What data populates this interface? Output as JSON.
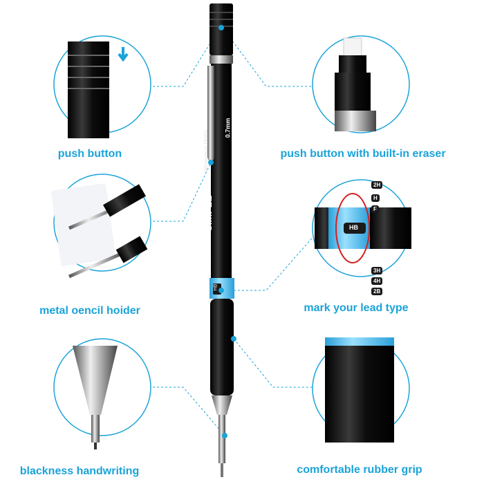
{
  "features": [
    {
      "label": "push button"
    },
    {
      "label": "push button with built-in eraser"
    },
    {
      "label": "metal oencil hoider"
    },
    {
      "label": "mark your lead type"
    },
    {
      "label": "blackness handwriting"
    },
    {
      "label": "comfortable rubber grip"
    }
  ],
  "pen": {
    "brand": "SIMPLE",
    "model_text": "MECHANICAL PENCIL",
    "size": "0.7mm",
    "grade_window": "HB"
  },
  "lead_grades": [
    "2H",
    "H",
    "F",
    "HB",
    "3H",
    "4H",
    "2B"
  ],
  "colors": {
    "accent": "#1aa3d9",
    "arrow": "#d32020",
    "body": "#111111",
    "band": "#5cc4ef"
  }
}
